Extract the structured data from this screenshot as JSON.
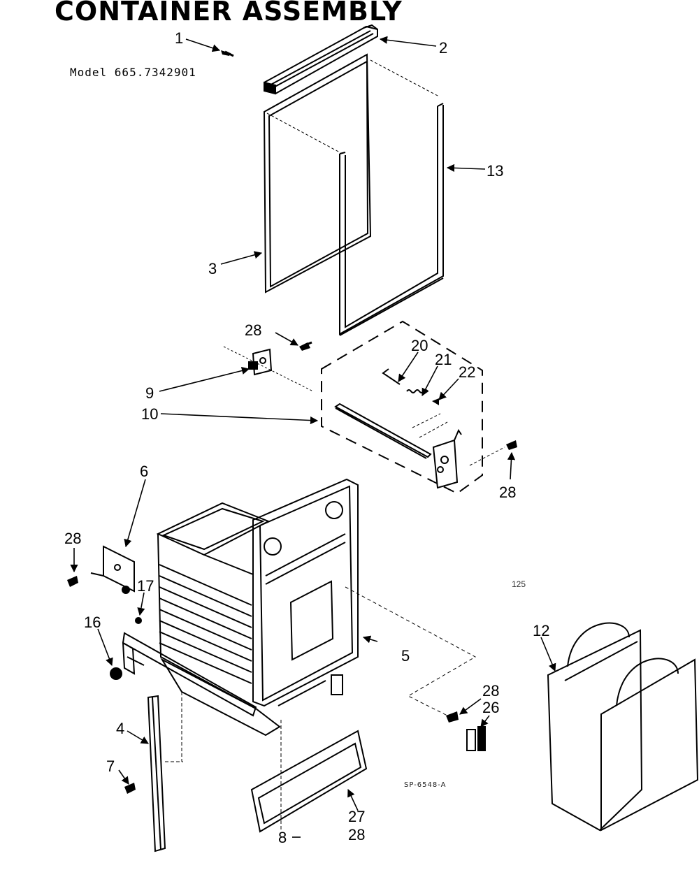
{
  "title": "CONTAINER ASSEMBLY",
  "model": "Model 665.7342901",
  "catalog_number": "SP-6548-A",
  "stray_mark": "125",
  "callouts": {
    "c1": "1",
    "c2": "2",
    "c3": "3",
    "c13": "13",
    "c28a": "28",
    "c20": "20",
    "c21": "21",
    "c22": "22",
    "c9": "9",
    "c10": "10",
    "c28b": "28",
    "c6": "6",
    "c28c": "28",
    "c17": "17",
    "c16": "16",
    "c5": "5",
    "c12": "12",
    "c28d": "28",
    "c26": "26",
    "c4": "4",
    "c7": "7",
    "c27": "27",
    "c28e": "28",
    "c8": "8"
  }
}
